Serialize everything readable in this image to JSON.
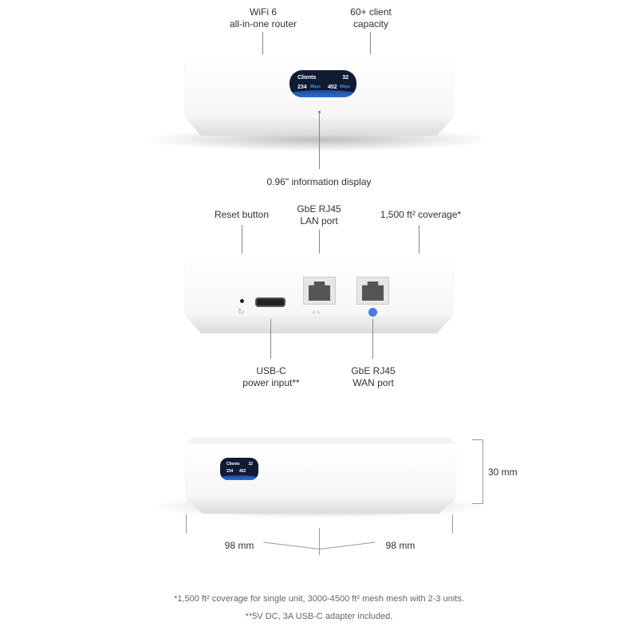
{
  "top_view": {
    "labels": {
      "wifi": "WiFi 6\nall-in-one router",
      "wifi_l1": "WiFi 6",
      "wifi_l2": "all-in-one router",
      "clients_l1": "60+ client",
      "clients_l2": "capacity",
      "display": "0.96\" information display"
    },
    "screen": {
      "title": "Clients",
      "count": "32",
      "down": "234",
      "down_unit": "Mbps",
      "up": "452",
      "up_unit": "Mbps"
    }
  },
  "rear_view": {
    "labels": {
      "reset": "Reset button",
      "lan_l1": "GbE RJ45",
      "lan_l2": "LAN port",
      "coverage": "1,500 ft² coverage*",
      "usbc_l1": "USB-C",
      "usbc_l2": "power input**",
      "wan_l1": "GbE RJ45",
      "wan_l2": "WAN port"
    }
  },
  "dimensions": {
    "height": "30 mm",
    "width": "98 mm",
    "depth": "98 mm"
  },
  "footnotes": [
    "*1,500 ft² coverage for single unit, 3000-4500 ft² mesh mesh with 2-3 units.",
    "**5V DC, 3A USB-C adapter included."
  ],
  "colors": {
    "screen_bg": "#0f1a33",
    "accent": "#2b6fd0"
  }
}
